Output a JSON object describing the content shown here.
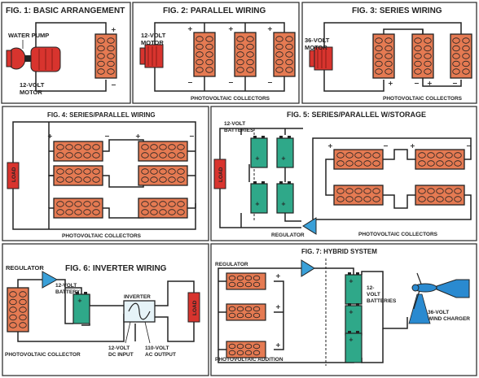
{
  "colors": {
    "panel": "#e57a52",
    "battery": "#2fa889",
    "wire": "#222222",
    "regulator": "#3aa0d8",
    "load": "#d8342e",
    "turbine": "#2a8ad0"
  },
  "fig1": {
    "title": "FIG. 1: BASIC ARRANGEMENT",
    "pump": "WATER PUMP",
    "motor1": "12-VOLT",
    "motor2": "MOTOR"
  },
  "fig2": {
    "title": "FIG. 2: PARALLEL WIRING",
    "motor1": "12-VOLT",
    "motor2": "MOTOR",
    "caption": "PHOTOVOLTAIC COLLECTORS"
  },
  "fig3": {
    "title": "FIG. 3: SERIES WIRING",
    "motor1": "36-VOLT",
    "motor2": "MOTOR",
    "caption": "PHOTOVOLTAIC COLLECTORS"
  },
  "fig4": {
    "title": "FIG. 4: SERIES/PARALLEL WIRING",
    "load": "LOAD",
    "caption": "PHOTOVOLTAIC COLLECTORS"
  },
  "fig5": {
    "title": "FIG. 5: SERIES/PARALLEL W/STORAGE",
    "bat1": "12-VOLT",
    "bat2": "BATTERIES",
    "load": "LOAD",
    "regulator": "REGULATOR",
    "caption": "PHOTOVOLTAIC COLLECTORS"
  },
  "fig6": {
    "title": "FIG. 6: INVERTER WIRING",
    "regulator": "REGULATOR",
    "bat1": "12-VOLT",
    "bat2": "BATTERY",
    "inverter": "INVERTER",
    "load": "LOAD",
    "caption": "PHOTOVOLTAIC COLLECTOR",
    "dc1": "12-VOLT",
    "dc2": "DC INPUT",
    "ac1": "110-VOLT",
    "ac2": "AC OUTPUT"
  },
  "fig7": {
    "title": "FIG. 7: HYBRID SYSTEM",
    "regulator": "REGULATOR",
    "bat1": "12-",
    "bat2": "VOLT",
    "bat3": "BATTERIES",
    "wind1": "36-VOLT",
    "wind2": "WIND CHARGER",
    "caption": "PHOTOVOLTAIC ADDITION"
  }
}
